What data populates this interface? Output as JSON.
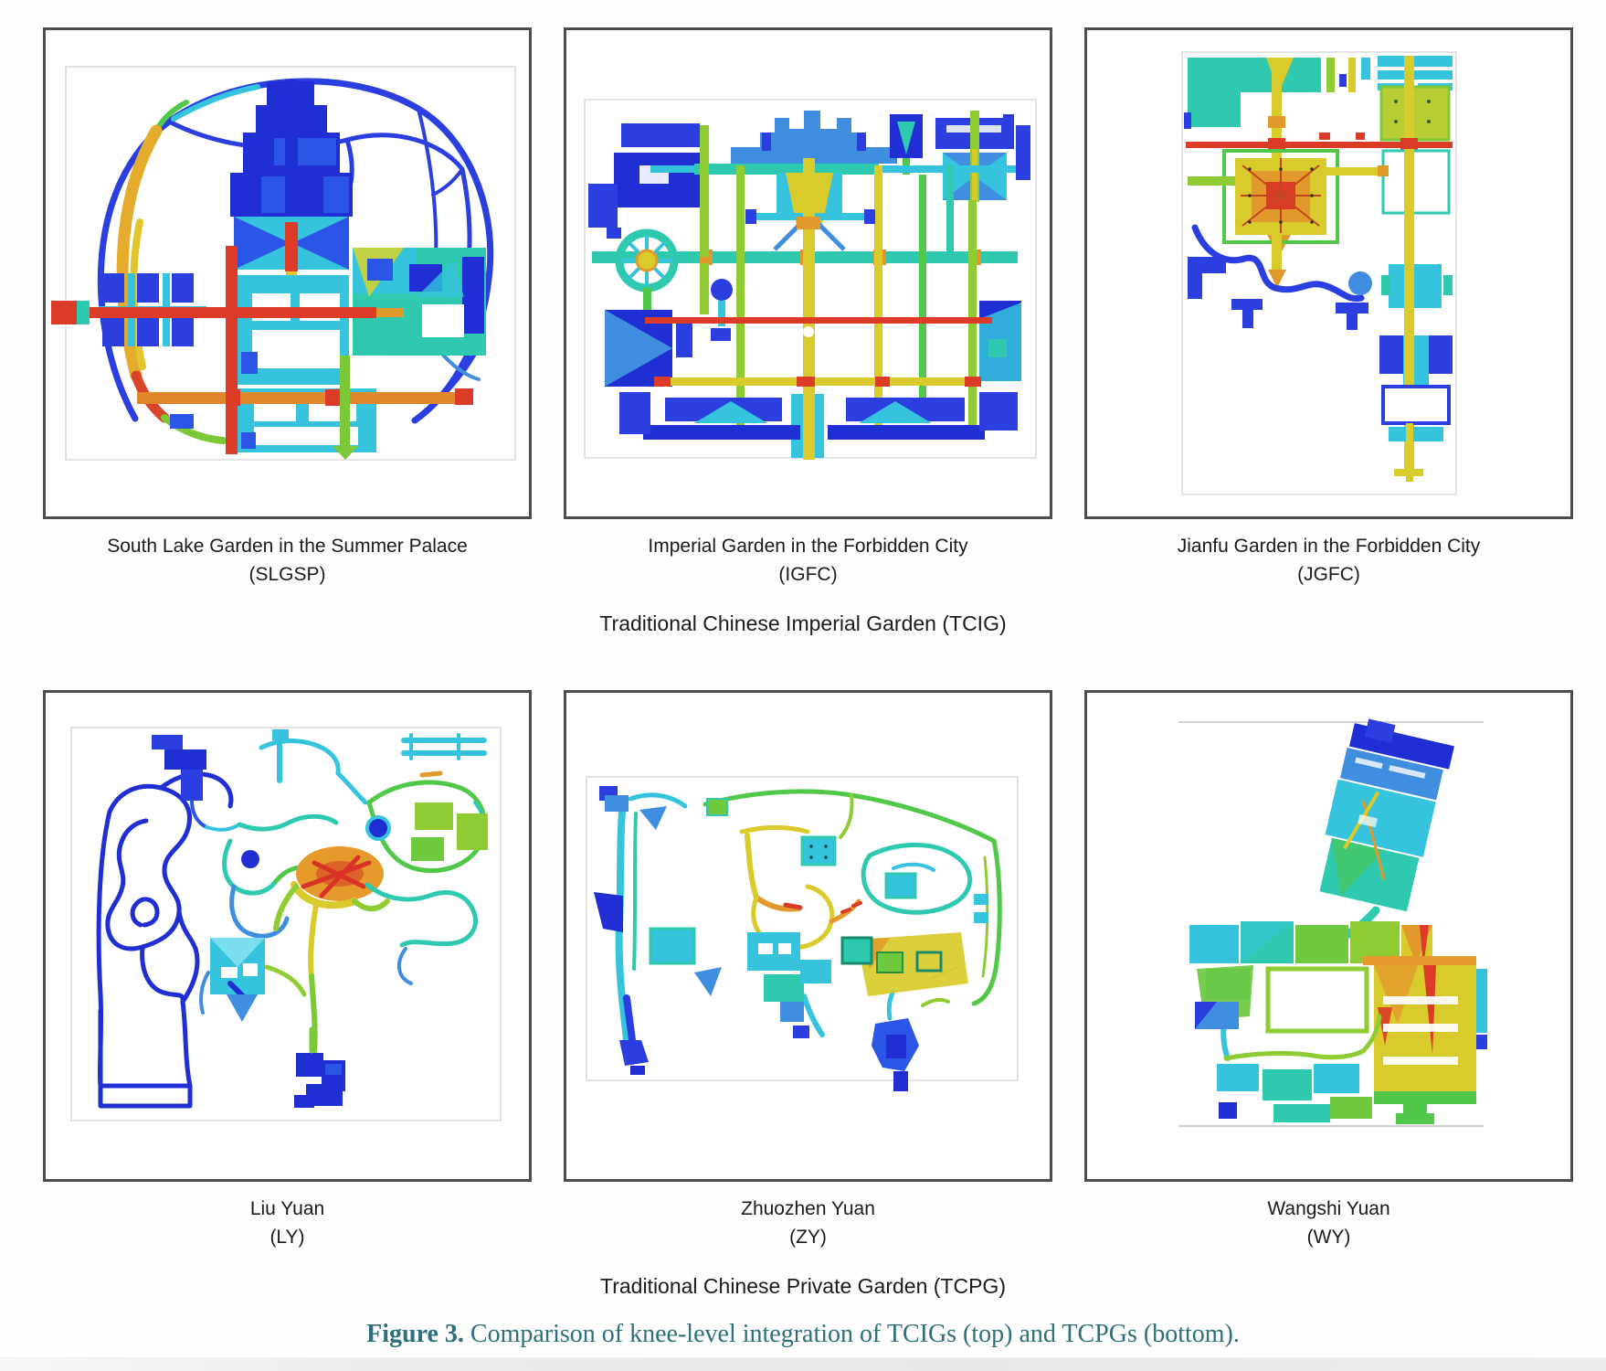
{
  "figure": {
    "caption_label": "Figure 3.",
    "caption_text": " Comparison of knee-level integration of TCIGs (top) and TCPGs (bottom)."
  },
  "groups": [
    {
      "label": "Traditional Chinese Imperial Garden (TCIG)"
    },
    {
      "label": "Traditional Chinese Private Garden (TCPG)"
    }
  ],
  "panels": [
    {
      "id": "slgsp",
      "title": "South Lake Garden in the Summer Palace",
      "abbr": "(SLGSP)"
    },
    {
      "id": "igfc",
      "title": "Imperial Garden in the Forbidden City",
      "abbr": "(IGFC)"
    },
    {
      "id": "jgfc",
      "title": "Jianfu Garden in the Forbidden City",
      "abbr": "(JGFC)"
    },
    {
      "id": "ly",
      "title": "Liu Yuan",
      "abbr": "(LY)"
    },
    {
      "id": "zy",
      "title": "Zhuozhen Yuan",
      "abbr": "(ZY)"
    },
    {
      "id": "wy",
      "title": "Wangshi Yuan",
      "abbr": "(WY)"
    }
  ],
  "colors": {
    "integration_scale_low": "#1f2fd4",
    "integration_scale_blue": "#2b55e6",
    "integration_scale_azure": "#3f8ee0",
    "integration_scale_cyan": "#35c3dd",
    "integration_scale_teal": "#2fc9b0",
    "integration_scale_green": "#52c84a",
    "integration_scale_yellowgreen": "#8fcc33",
    "integration_scale_yellow": "#d9cb2b",
    "integration_scale_orange": "#e2992c",
    "integration_scale_high": "#dc3b28",
    "caption_color": "#2d6f7a",
    "panel_border_color": "#4d4d4d"
  }
}
